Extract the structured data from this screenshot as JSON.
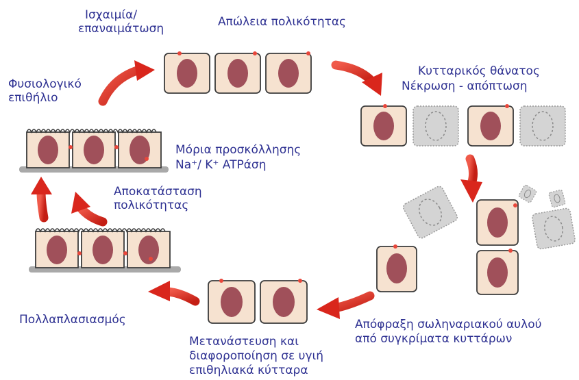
{
  "labels": {
    "ischemia_l1": "Ισχαιμία/",
    "ischemia_l2": "επαναιμάτωση",
    "polarity_loss": "Απώλεια πολικότητας",
    "normal_l1": "Φυσιολογικό",
    "normal_l2": "επιθήλιο",
    "death_l1": "Κυτταρικός θάνατος",
    "death_l2": "Νέκρωση - απόπτωση",
    "adhesion_l1": "Μόρια προσκόλλησης",
    "adhesion_l2": "Na⁺/ K⁺ ATPάση",
    "restore_l1": "Αποκατάσταση",
    "restore_l2": "πολικότητας",
    "proliferation": "Πολλαπλασιασμός",
    "obstruction_l1": "Απόφραξη σωληναριακού αυλού",
    "obstruction_l2": "από συγκρίματα κυττάρων",
    "migration_l1": "Μετανάστευση και",
    "migration_l2": "διαφοροποίηση σε υγιή",
    "migration_l3": "επιθηλιακά κύτταρα"
  },
  "colors": {
    "text": "#2e3192",
    "cell_fill": "#f6e2d0",
    "cell_border": "#3b3b3b",
    "nucleus": "#a0505a",
    "marker": "#e8473b",
    "arrow": "#d9261c",
    "dead_cell": "#d4d4d4",
    "base": "#a9a9a9"
  }
}
